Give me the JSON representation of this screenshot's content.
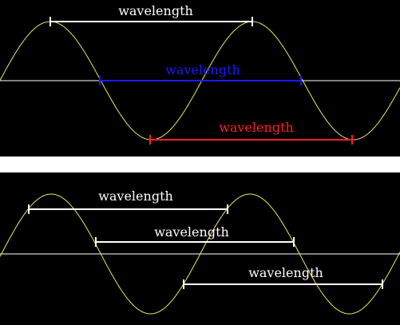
{
  "top_diagram": {
    "labels": {
      "crest_to_crest": "wavelength",
      "node_to_node": "wavelength",
      "trough_to_trough": "wavelength"
    }
  },
  "bottom_diagram": {
    "labels": {
      "span_1": "wavelength",
      "span_2": "wavelength",
      "span_3": "wavelength"
    }
  },
  "colors": {
    "background": "#000000",
    "separator": "#ffffff",
    "wave": "#e8e85a",
    "axis": "#ffffff",
    "marker_white": "#ffffff",
    "marker_blue": "#1a1aff",
    "marker_red": "#ff2020"
  }
}
